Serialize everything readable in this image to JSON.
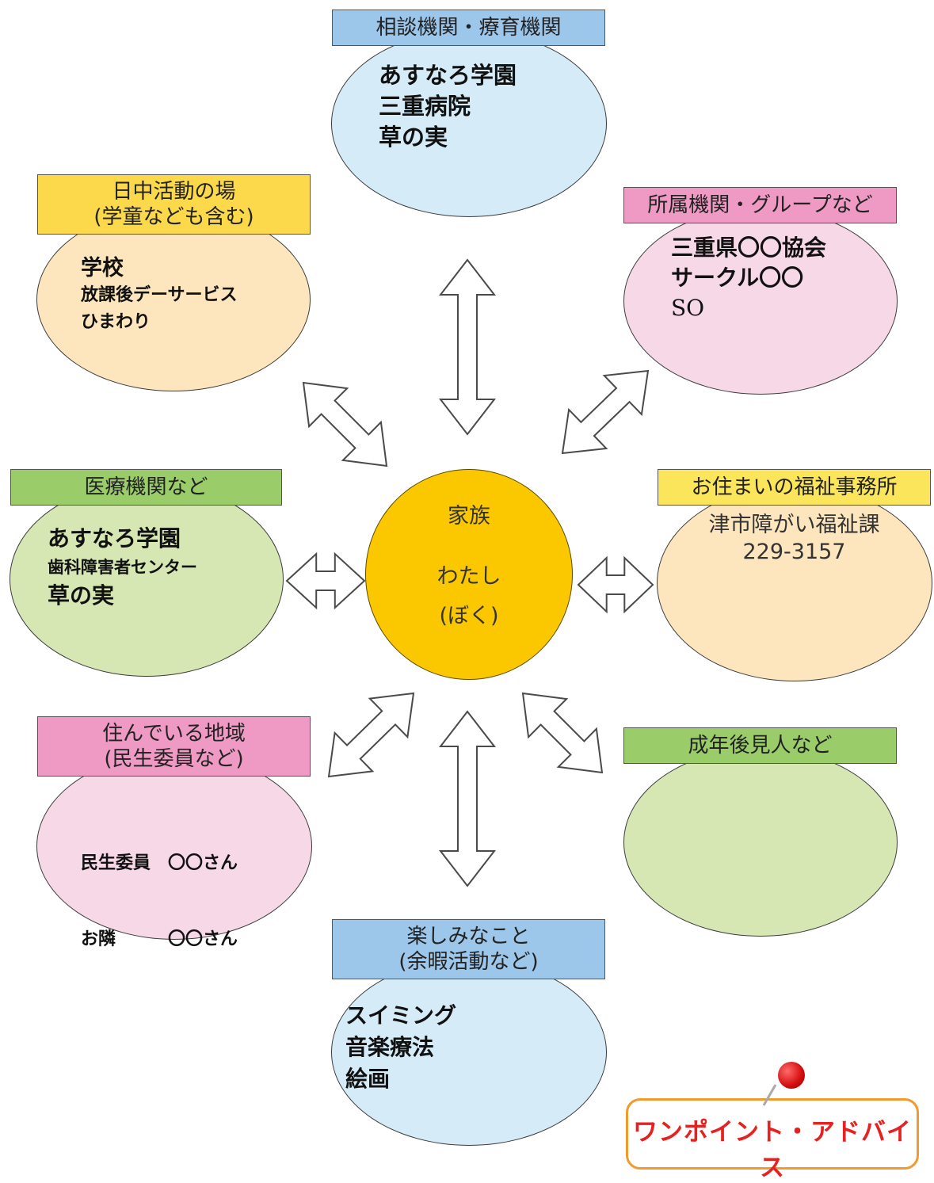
{
  "center": {
    "family": "家族",
    "me": "わたし",
    "me_alt": "(ぼく)",
    "color": "#fbc800"
  },
  "nodes": {
    "consult": {
      "label": [
        "相談機関・療育機関"
      ],
      "items": [
        "あすなろ学園",
        "三重病院",
        "草の実"
      ],
      "label_color": "#9cc6ea",
      "fill": "#d6ebf8"
    },
    "daytime": {
      "label": [
        "日中活動の場",
        "(学童なども含む)"
      ],
      "items": [
        "学校",
        "放課後デーサービス",
        "ひまわり"
      ],
      "label_color": "#fcd94a",
      "fill": "#fde6bd"
    },
    "group": {
      "label": [
        "所属機関・グループなど"
      ],
      "items": [
        "三重県〇〇協会",
        "サークル〇〇",
        "SO"
      ],
      "label_color": "#ef9ac4",
      "fill": "#f7d8e6"
    },
    "medical": {
      "label": [
        "医療機関など"
      ],
      "items": [
        "あすなろ学園",
        "歯科障害者センター",
        "草の実"
      ],
      "label_color": "#9bcc6a",
      "fill": "#d6e7b3"
    },
    "welfare": {
      "label": [
        "お住まいの福祉事務所"
      ],
      "items": [
        "津市障がい福祉課",
        "229-3157"
      ],
      "label_color": "#fbe55a",
      "fill": "#fde6bd"
    },
    "region": {
      "label": [
        "住んでいる地域",
        "(民生委員など)"
      ],
      "items": [
        "民生委員　〇〇さん",
        "お隣　　　〇〇さん"
      ],
      "label_color": "#ef9ac4",
      "fill": "#f7d8e6"
    },
    "guardian": {
      "label": [
        "成年後見人など"
      ],
      "items": [],
      "label_color": "#9bcc6a",
      "fill": "#d6e7b3"
    },
    "leisure": {
      "label": [
        "楽しみなこと",
        "(余暇活動など)"
      ],
      "items": [
        "スイミング",
        "音楽療法",
        "絵画"
      ],
      "label_color": "#9cc6ea",
      "fill": "#d6ebf8"
    }
  },
  "advice": {
    "text": "ワンポイント・アドバイス",
    "color": "#e6211f"
  }
}
